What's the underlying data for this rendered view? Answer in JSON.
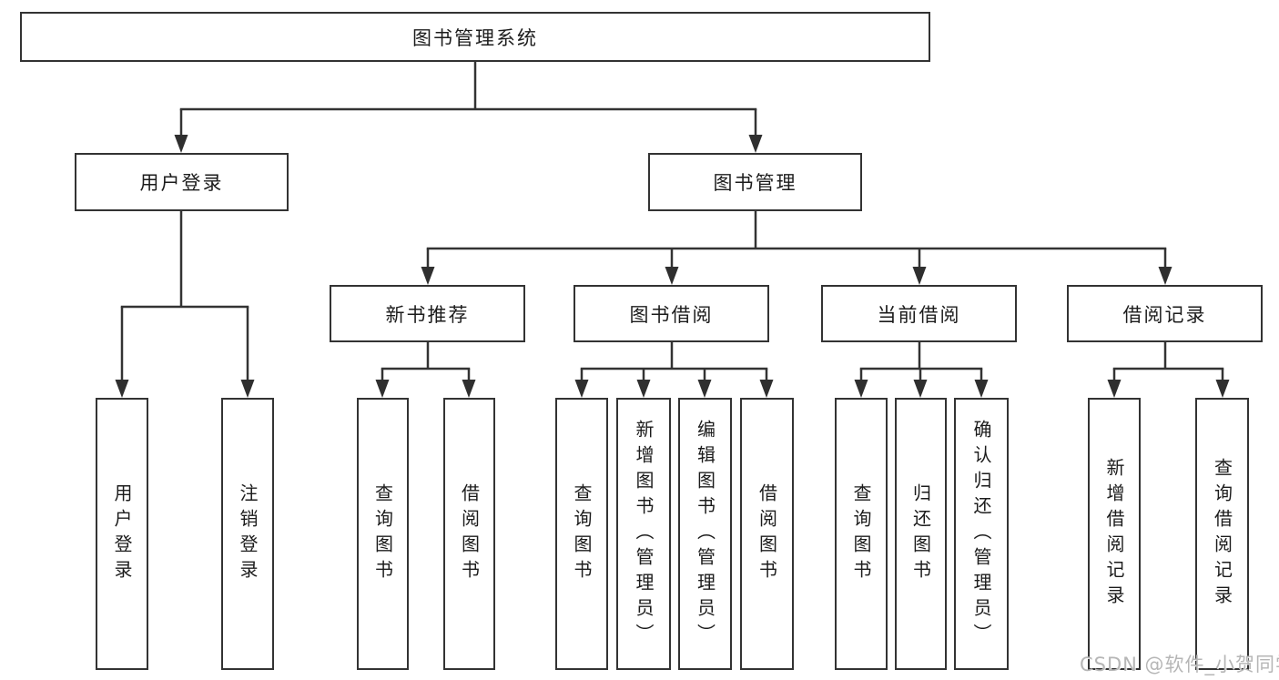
{
  "diagram": {
    "root": {
      "label": "图书管理系统"
    },
    "level2": [
      {
        "label": "用户登录",
        "children": [
          {
            "label": "用户登录"
          },
          {
            "label": "注销登录"
          }
        ]
      },
      {
        "label": "图书管理",
        "children": [
          {
            "label": "新书推荐",
            "children": [
              {
                "label": "查询图书"
              },
              {
                "label": "借阅图书"
              }
            ]
          },
          {
            "label": "图书借阅",
            "children": [
              {
                "label": "查询图书"
              },
              {
                "label": "新增图书（管理员）"
              },
              {
                "label": "编辑图书（管理员）"
              },
              {
                "label": "借阅图书"
              }
            ]
          },
          {
            "label": "当前借阅",
            "children": [
              {
                "label": "查询图书"
              },
              {
                "label": "归还图书"
              },
              {
                "label": "确认归还（管理员）"
              }
            ]
          },
          {
            "label": "借阅记录",
            "children": [
              {
                "label": "新增借阅记录"
              },
              {
                "label": "查询借阅记录"
              }
            ]
          }
        ]
      }
    ]
  },
  "watermark": {
    "text": "CSDN @软件_小贺同学"
  },
  "colors": {
    "line": "#333333",
    "box_border": "#333333",
    "box_fill": "#ffffff",
    "text": "#1c1c1c",
    "watermark": "#b6b6b6"
  }
}
